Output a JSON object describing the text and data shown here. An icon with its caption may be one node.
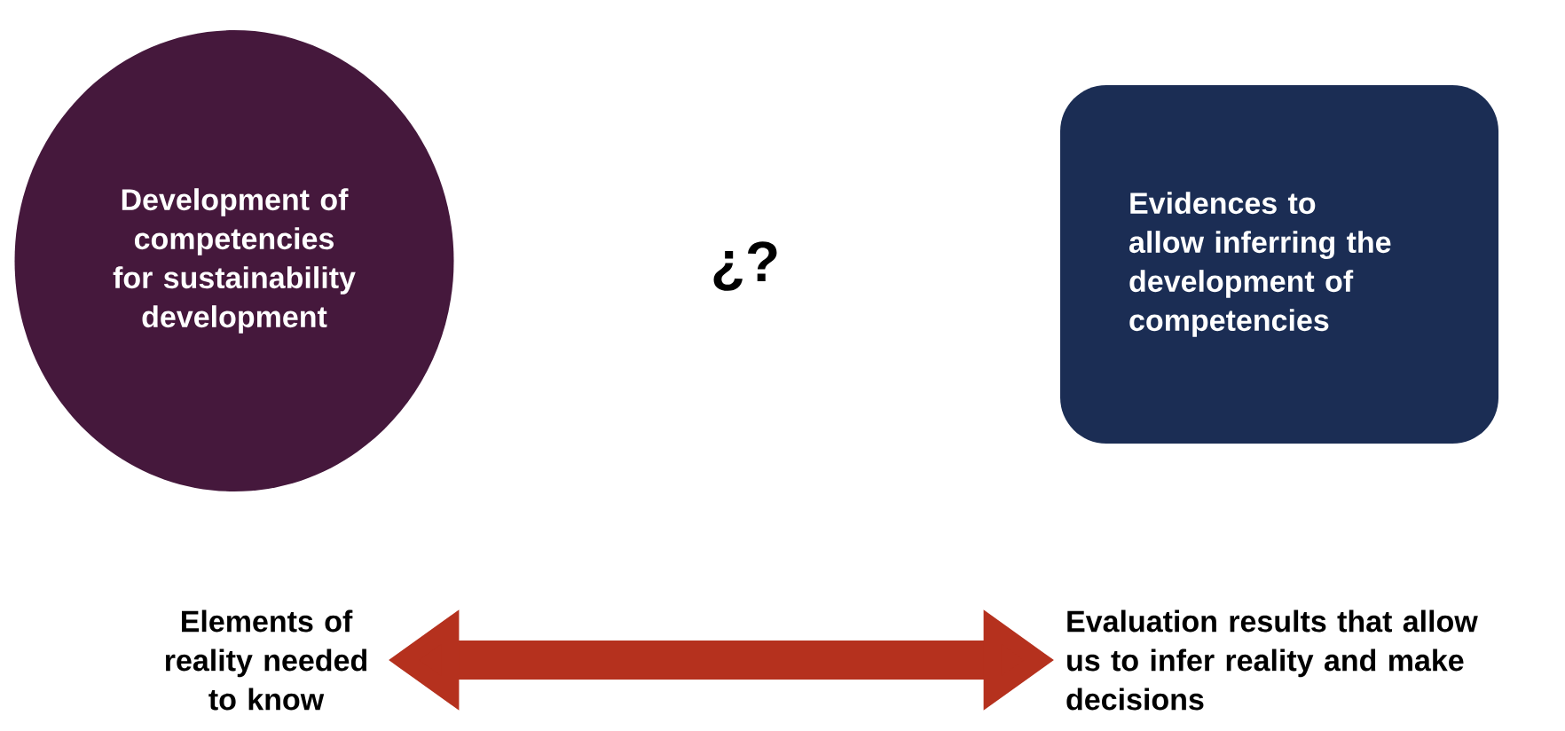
{
  "diagram": {
    "nodes": [
      {
        "text": [
          "Development of competencies for sustainability development"
        ]
      },
      {
        "text": [
          "Evidences to allow inferring the development of competencies"
        ]
      },
      {
        "text": [
          "Elements of reality needed to know"
        ]
      },
      {
        "text": [
          "Evaluation results that allow us to infer reality and make decisions"
        ]
      }
    ],
    "edges": [
      {
        "from": 2,
        "to": 3,
        "arrow": "both",
        "color": "#b5311e"
      }
    ],
    "labels": [
      "¿?"
    ]
  }
}
